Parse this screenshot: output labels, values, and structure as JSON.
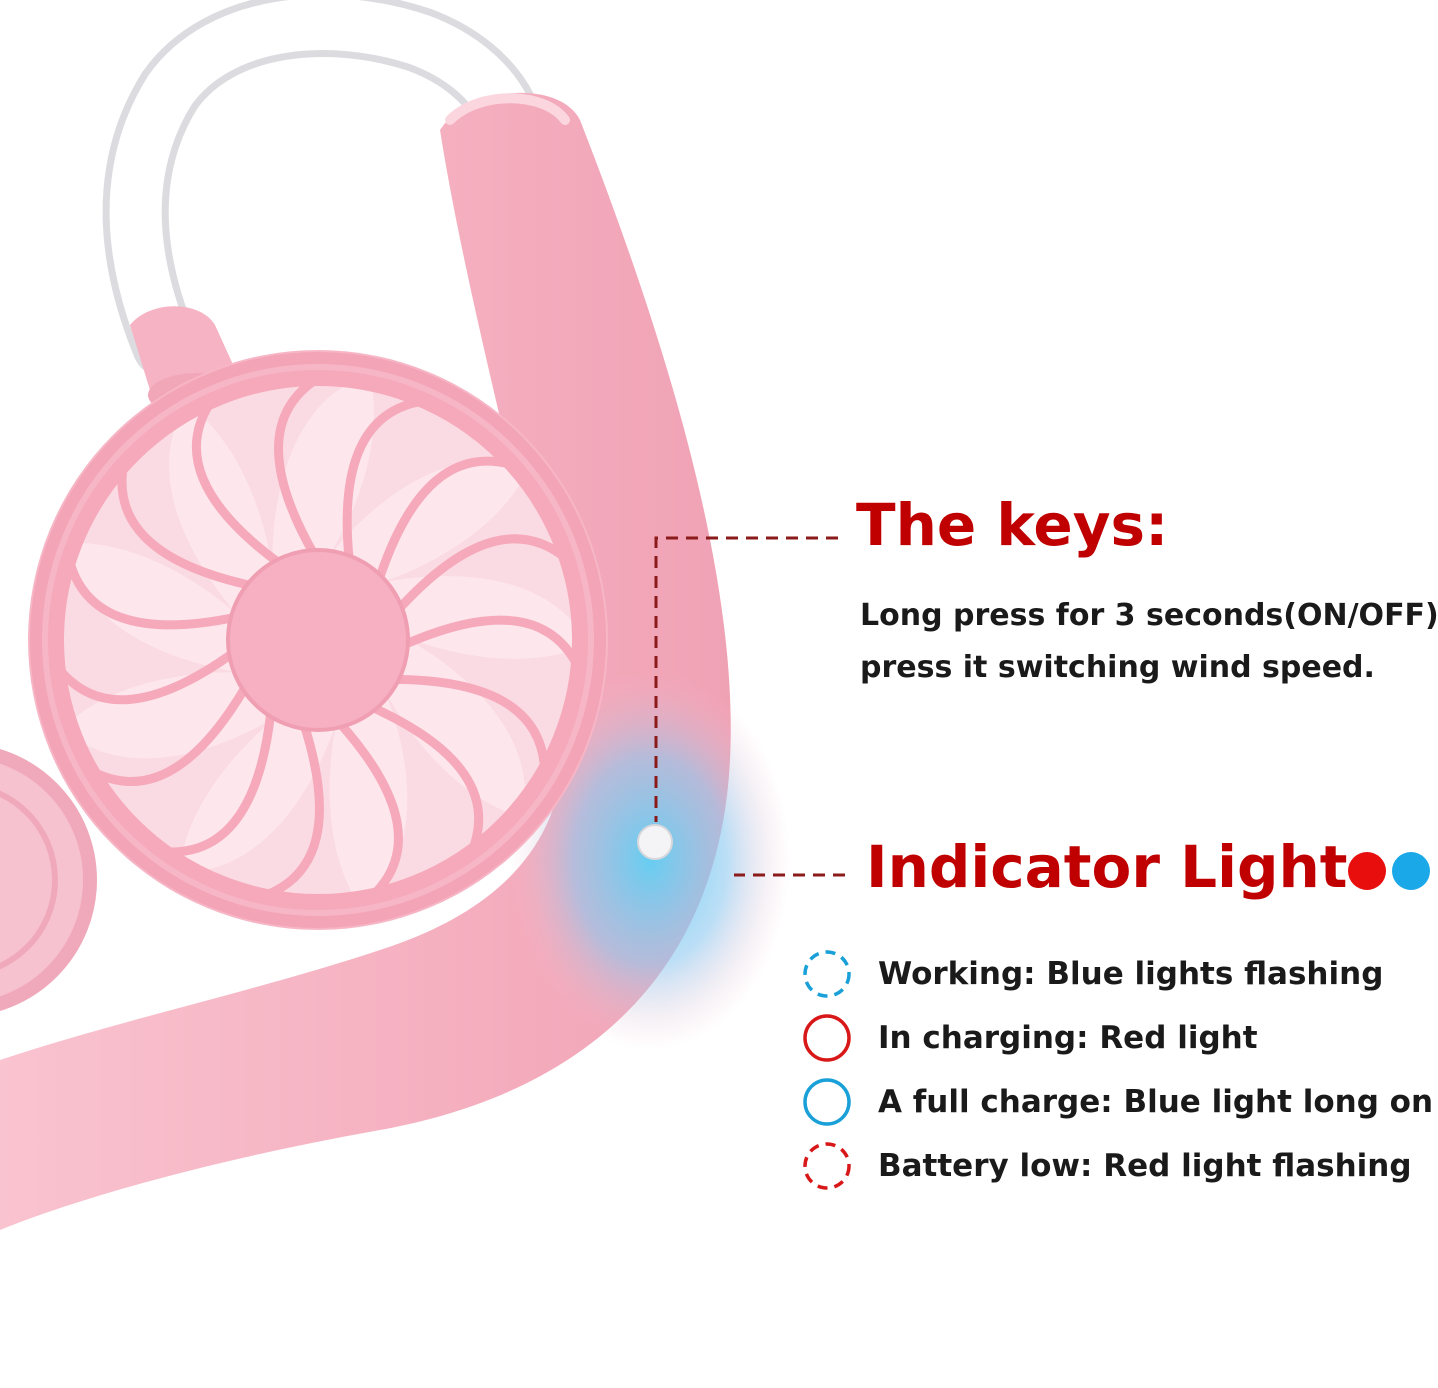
{
  "colors": {
    "accent_red": "#c00000",
    "dot_red": "#e80e0e",
    "dot_blue": "#1aa8e8",
    "legend_blue": "#1aa0d8",
    "legend_red": "#d81818",
    "body_pink": "#f7b9c8",
    "glow_blue": "#6ec8f0"
  },
  "keys": {
    "title": "The keys:",
    "line1": "Long press for 3 seconds(ON/OFF)",
    "line2": "press it switching wind speed."
  },
  "indicator": {
    "title": "Indicator Light",
    "items": [
      {
        "label": "Working: Blue lights flashing",
        "icon": "blue-dashed-circle-icon"
      },
      {
        "label": "In charging: Red light",
        "icon": "red-solid-circle-icon"
      },
      {
        "label": "A full charge: Blue light long on",
        "icon": "blue-solid-circle-icon"
      },
      {
        "label": "Battery low: Red light flashing",
        "icon": "red-dashed-circle-icon"
      }
    ]
  }
}
